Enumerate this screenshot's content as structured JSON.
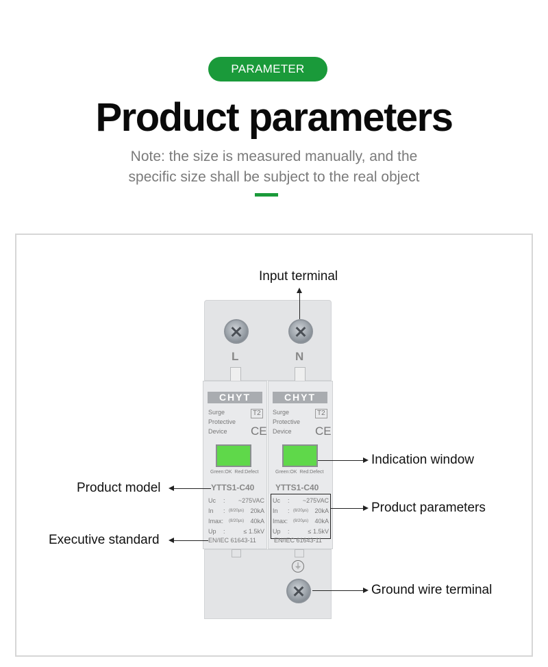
{
  "header": {
    "badge": "PARAMETER",
    "title": "Product parameters",
    "note_line1": "Note: the size is measured manually, and the",
    "note_line2": "specific size shall be subject to the real object"
  },
  "annotations": {
    "input_terminal": "Input terminal",
    "indication_window": "Indication window",
    "product_model": "Product model",
    "product_parameters": "Product parameters",
    "executive_standard": "Executive standard",
    "ground_wire_terminal": "Ground wire terminal"
  },
  "device": {
    "terminal_left": "L",
    "terminal_right": "N",
    "brand": "CHYT",
    "desc_line1": "Surge",
    "desc_line2": "Protective",
    "desc_line3": "Device",
    "class_badge": "T2",
    "ce_mark": "CE",
    "status_legend": "Green:OK  Red:Defect",
    "model": "YTTS1-C40",
    "specs": [
      {
        "label": "Uc",
        "sep": ":",
        "note": "",
        "value": "~275VAC"
      },
      {
        "label": "In",
        "sep": ":",
        "note": "(8/20μs)",
        "value": "20kA"
      },
      {
        "label": "Imax:",
        "sep": "",
        "note": "(8/20μs)",
        "value": "40kA"
      },
      {
        "label": "Up",
        "sep": ":",
        "note": "",
        "value": "≤ 1.5kV"
      }
    ],
    "standard": "EN/IEC 61643-11"
  },
  "colors": {
    "accent_green": "#1a9a3a",
    "window_green": "#5fd84a",
    "device_gray": "#e6e7e9"
  }
}
